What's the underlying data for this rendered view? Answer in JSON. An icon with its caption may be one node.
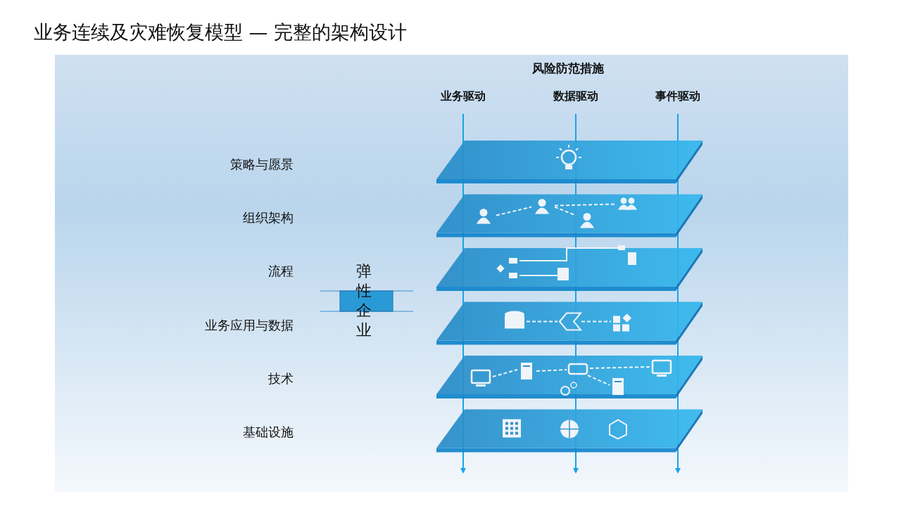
{
  "diagram": {
    "title": "业务连续及灾难恢复模型 — 完整的架构设计",
    "nodes": [
      {
        "text": [
          "业务驱动"
        ]
      },
      {
        "text": [
          "数据驱动"
        ]
      },
      {
        "text": [
          "事件驱动"
        ]
      }
    ],
    "edges": [
      {
        "from": 0,
        "to": null,
        "arrow": "to"
      },
      {
        "from": 1,
        "to": null,
        "arrow": "to"
      },
      {
        "from": 2,
        "to": null,
        "arrow": "to"
      }
    ],
    "labels": [
      "风险防范措施",
      "策略与愿景",
      "组织架构",
      "流程",
      "弹性企业",
      "业务应用与数据",
      "技术",
      "基础设施"
    ]
  }
}
